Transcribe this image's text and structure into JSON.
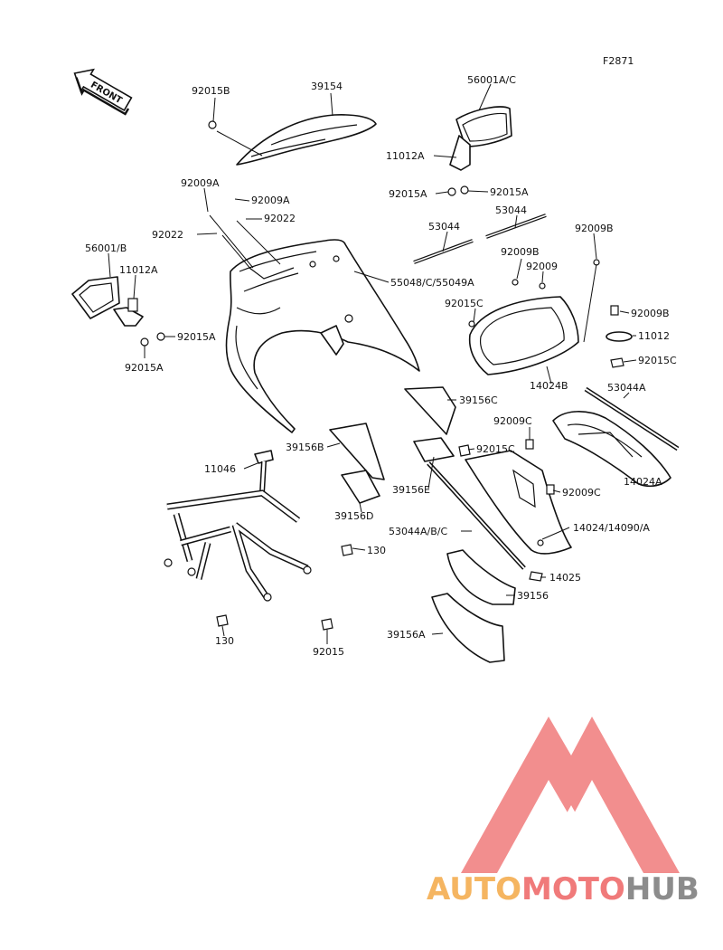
{
  "figure_code": "F2871",
  "front_label": "FRONT",
  "watermark": {
    "text_part1": "AUTO",
    "text_part2": "MOTO",
    "text_part3": "HUB",
    "color_orange": "#f5b561",
    "color_red": "#f07a7a",
    "color_gray": "#8c8c8c"
  },
  "labels": {
    "l_92015B": "92015B",
    "l_39154": "39154",
    "l_56001AC": "56001A/C",
    "l_11012A_top": "11012A",
    "l_92015A_r1": "92015A",
    "l_92015A_r2": "92015A",
    "l_92009A_1": "92009A",
    "l_92009A_2": "92009A",
    "l_92022_1": "92022",
    "l_92022_2": "92022",
    "l_53044_1": "53044",
    "l_53044_2": "53044",
    "l_92009B_1": "92009B",
    "l_92009B_2": "92009B",
    "l_92009": "92009",
    "l_56001B": "56001/B",
    "l_11012A_left": "11012A",
    "l_55048": "55048/C/55049A",
    "l_92015C_1": "92015C",
    "l_92009B_3": "92009B",
    "l_11012": "11012",
    "l_92015A_l1": "92015A",
    "l_92015A_l2": "92015A",
    "l_92015C_2": "92015C",
    "l_14024B": "14024B",
    "l_53044A": "53044A",
    "l_39156C": "39156C",
    "l_92009C_1": "92009C",
    "l_39156B": "39156B",
    "l_92015C_3": "92015C",
    "l_11046": "11046",
    "l_39156E": "39156E",
    "l_92009C_2": "92009C",
    "l_14024A": "14024A",
    "l_39156D": "39156D",
    "l_53044ABC": "53044A/B/C",
    "l_14024_14090": "14024/14090/A",
    "l_130_1": "130",
    "l_14025": "14025",
    "l_39156": "39156",
    "l_130_2": "130",
    "l_92015": "92015",
    "l_39156A": "39156A"
  }
}
